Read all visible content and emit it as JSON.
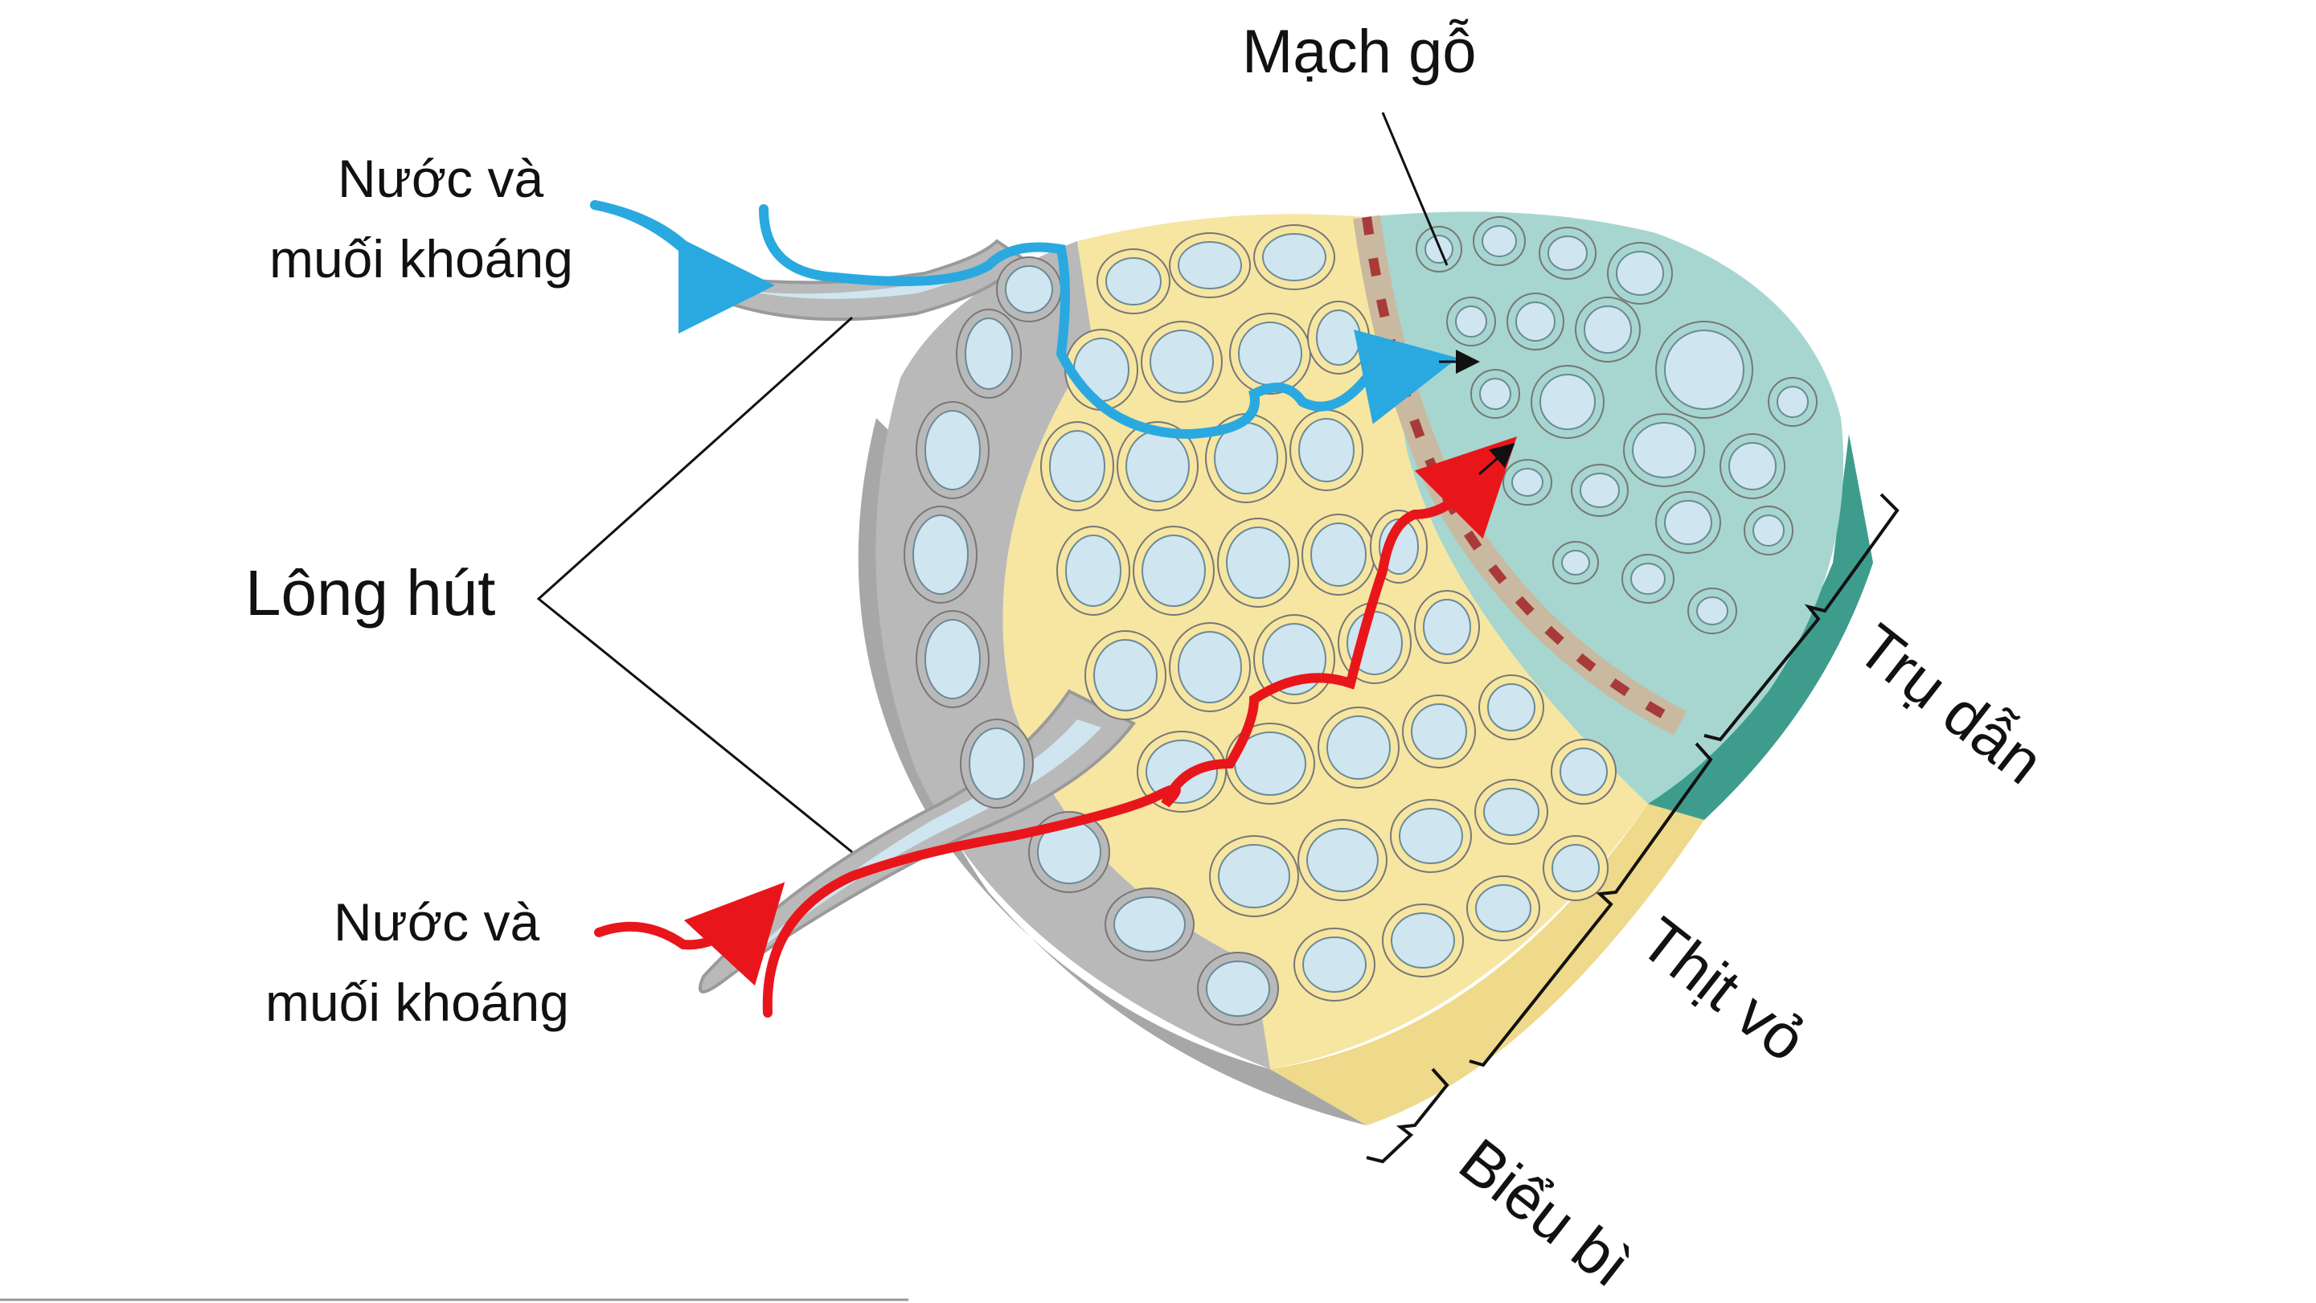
{
  "labels": {
    "mach_go": "Mạch gỗ",
    "long_hut": "Lông hút",
    "nuoc_top_1": "Nước và",
    "nuoc_top_2": "muối khoáng",
    "nuoc_bottom_1": "Nước và",
    "nuoc_bottom_2": "muối khoáng",
    "tru_dan": "Trụ dẫn",
    "thit_vo": "Thịt vỏ",
    "bieu_bi": "Biểu bì"
  },
  "colors": {
    "epidermis_wall": "#b9b9b9",
    "epidermis_side": "#a7a7a7",
    "cell_lumen": "#cfe5ef",
    "cortex_wall": "#f6e6a1",
    "cortex_side": "#efd98a",
    "stele_wall": "#a6d6cf",
    "stele_side": "#3e9c8d",
    "endodermis_band": "#a83a3a",
    "path_apoplast": "#2aa9e0",
    "path_symplast": "#e8161b"
  },
  "icons": {
    "arrow": "arrowhead-icon"
  }
}
